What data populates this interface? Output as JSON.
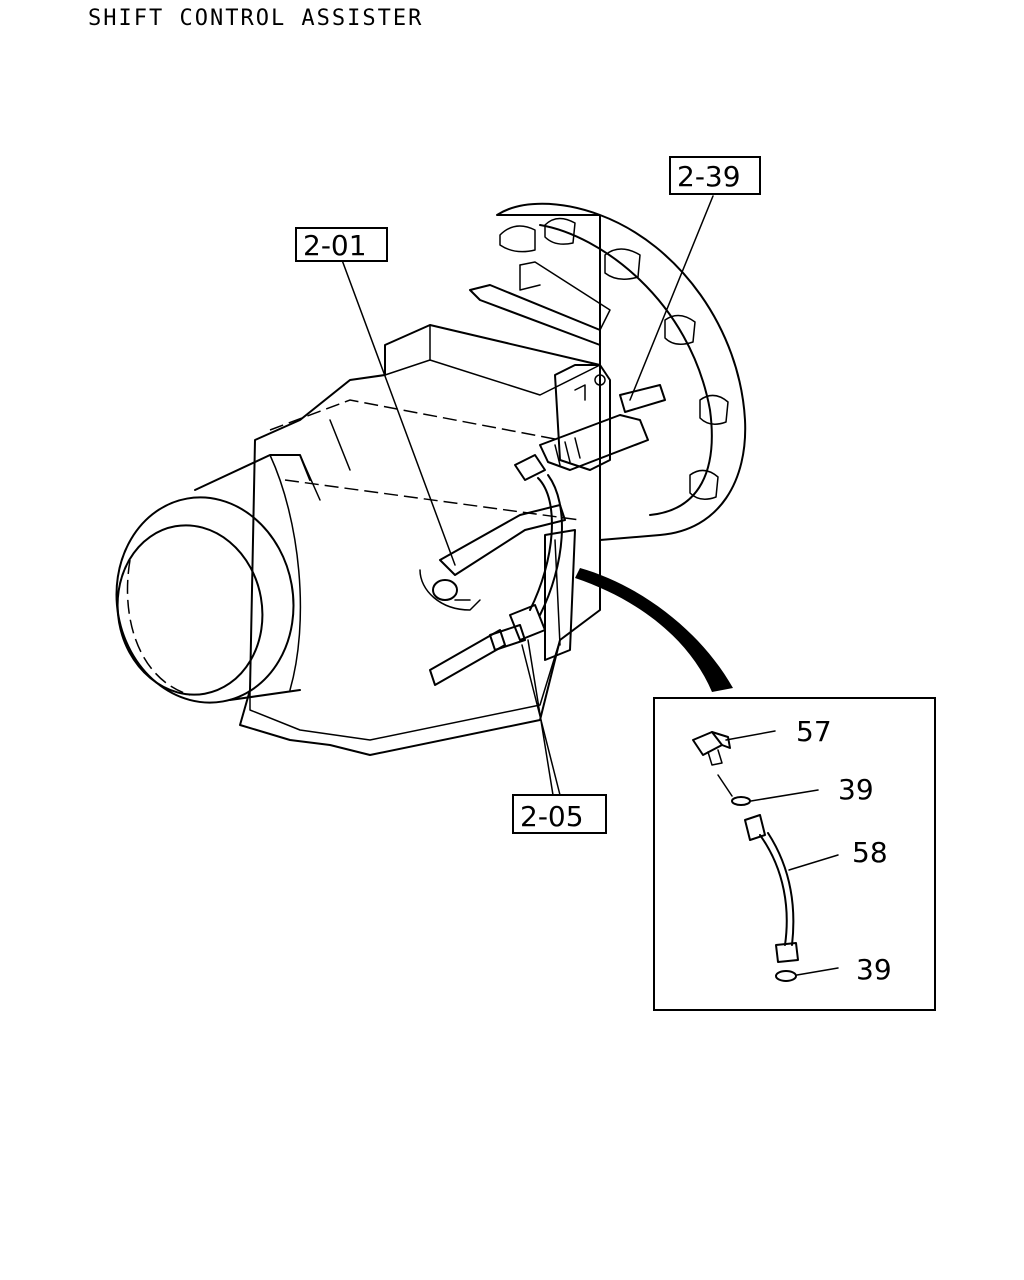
{
  "title": "SHIFT CONTROL ASSISTER",
  "references": {
    "ref_2_39": "2-39",
    "ref_2_01": "2-01",
    "ref_2_05": "2-05"
  },
  "detail_parts": {
    "part_57": "57",
    "part_39_top": "39",
    "part_58": "58",
    "part_39_bottom": "39"
  }
}
